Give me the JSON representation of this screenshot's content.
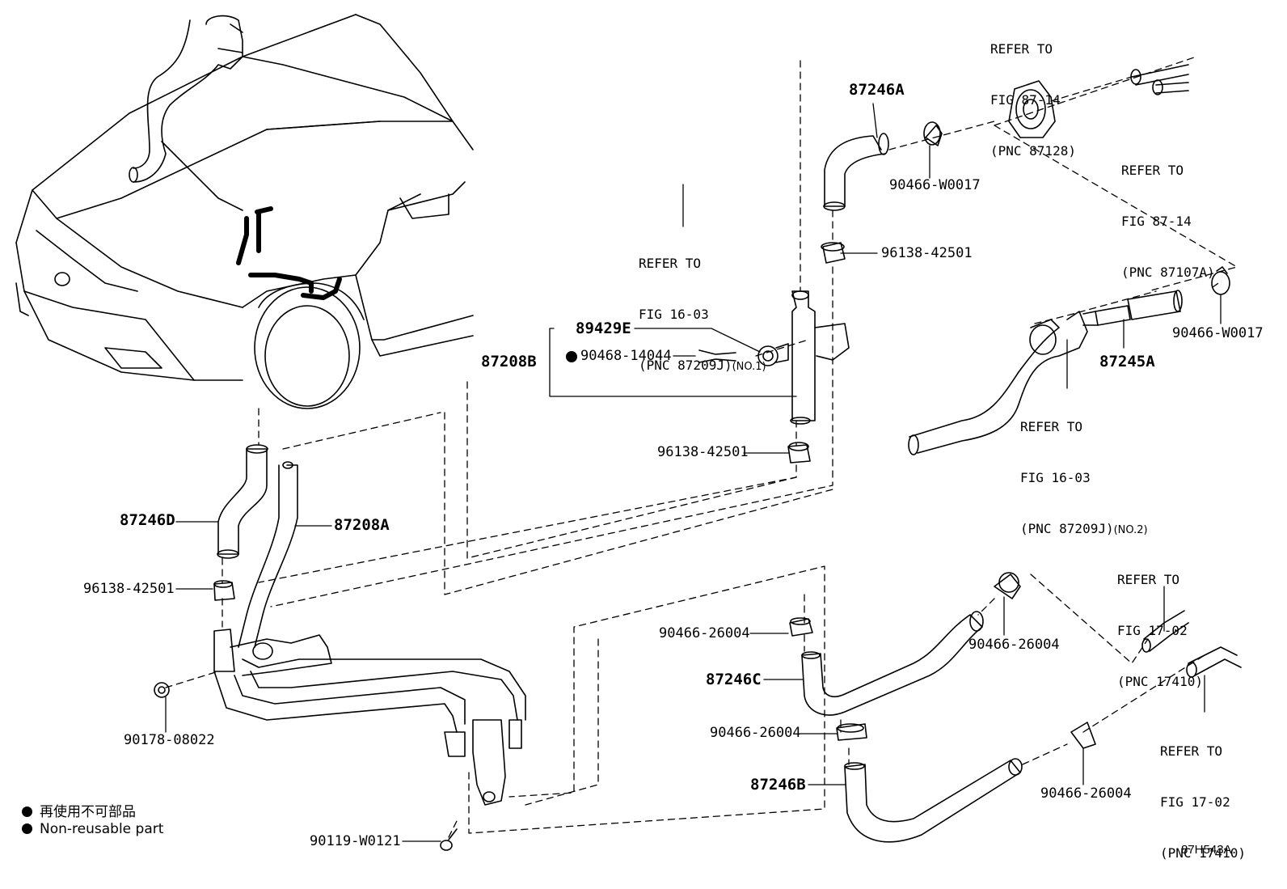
{
  "parts": {
    "p_87246A": "87246A",
    "p_90466_W0017_top": "90466-W0017",
    "p_96138_42501_top": "96138-42501",
    "p_89429E": "89429E",
    "p_87208B": "87208B",
    "p_90468_14044": "90468-14044",
    "p_96138_42501_mid": "96138-42501",
    "p_90466_W0017_right": "90466-W0017",
    "p_87245A": "87245A",
    "p_87246D": "87246D",
    "p_87208A": "87208A",
    "p_96138_42501_left": "96138-42501",
    "p_90178_08022": "90178-08022",
    "p_90119_W0121": "90119-W0121",
    "p_90466_26004_a": "90466-26004",
    "p_90466_26004_b": "90466-26004",
    "p_87246C": "87246C",
    "p_90466_26004_c": "90466-26004",
    "p_87246B": "87246B",
    "p_90466_26004_d": "90466-26004"
  },
  "refs": {
    "ref_87_14_top": {
      "l1": "REFER TO",
      "l2": "FIG 87-14",
      "l3": "(PNC 87128)"
    },
    "ref_87_14_right": {
      "l1": "REFER TO",
      "l2": "FIG 87-14",
      "l3": "(PNC 87107A)"
    },
    "ref_16_03_no1": {
      "l1": "REFER TO",
      "l2": "FIG 16-03",
      "l3": "(PNC 87209J)",
      "tag": "(NO.1)"
    },
    "ref_16_03_no2": {
      "l1": "REFER TO",
      "l2": "FIG 16-03",
      "l3": "(PNC 87209J)",
      "tag": "(NO.2)"
    },
    "ref_17_02_top": {
      "l1": "REFER TO",
      "l2": "FIG 17-02",
      "l3": "(PNC 17410)"
    },
    "ref_17_02_bottom": {
      "l1": "REFER TO",
      "l2": "FIG 17-02",
      "l3": "(PNC 17410)"
    }
  },
  "legend": {
    "line1": "再使用不可部品",
    "line2": "Non-reusable part"
  },
  "figure_code": "87H543A"
}
